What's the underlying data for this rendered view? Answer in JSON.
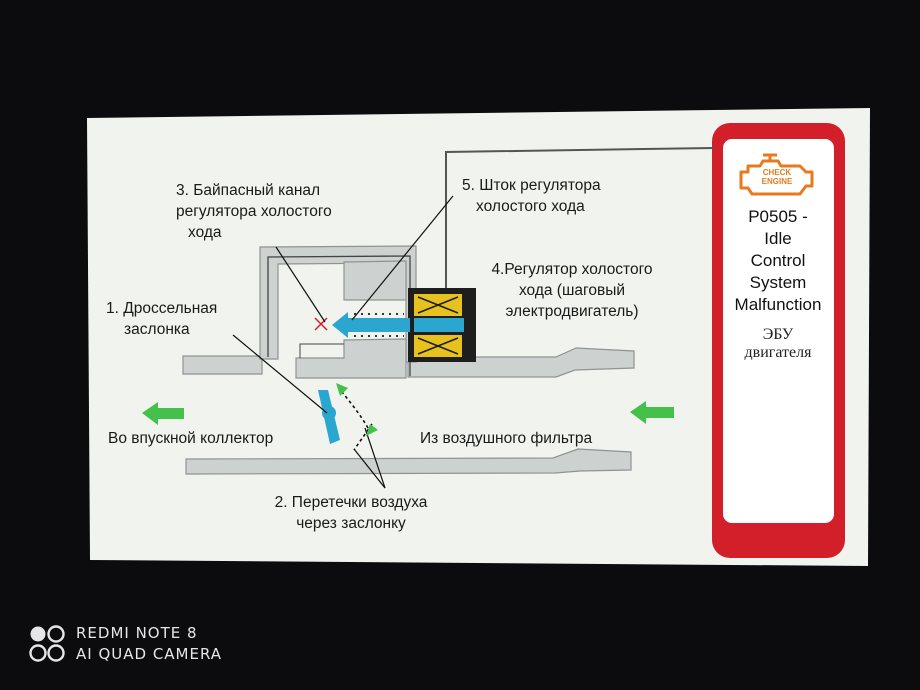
{
  "labels": {
    "bypass_channel": [
      "3. Байпасный канал",
      "регулятора холостого",
      "хода"
    ],
    "regulator_rod": [
      "5. Шток регулятора",
      "холостого хода"
    ],
    "idle_regulator": [
      "4.Регулятор холостого",
      "хода (шаговый",
      "электродвигатель)"
    ],
    "throttle": [
      "1. Дроссельная",
      "заслонка"
    ],
    "to_intake": "Во впускной коллектор",
    "from_filter": "Из воздушного фильтра",
    "air_leaks": [
      "2. Перетечки воздуха",
      "через заслонку"
    ]
  },
  "ecu": {
    "badge_top": "CHECK",
    "badge_bottom": "ENGINE",
    "code_lines": [
      "P0505 -",
      "Idle",
      "Control",
      "System",
      "Malfunction"
    ],
    "subtitle": [
      "ЭБУ",
      "двигателя"
    ]
  },
  "watermark": {
    "line1": "REDMI NOTE 8",
    "line2": "AI QUAD CAMERA"
  },
  "colors": {
    "panel_bg": "#f1f3ee",
    "duct": "#cdd1d0",
    "ecu_border": "#d21f2a",
    "flow_arrow": "#43c14a",
    "throttle_blue": "#2aa6cf",
    "engine_icon": "#e77a1e",
    "coil_yellow": "#e7c21f"
  }
}
